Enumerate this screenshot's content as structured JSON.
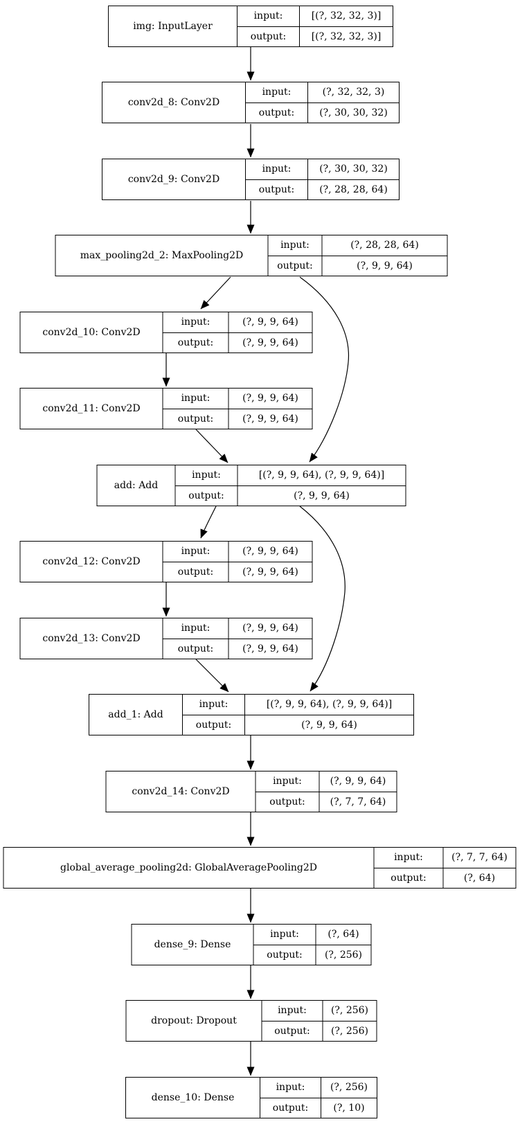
{
  "diagram": {
    "kind": "keras-model-plot",
    "colors": {
      "stroke": "#000000",
      "background": "#ffffff",
      "text": "#000000"
    },
    "io_labels": {
      "input": "input:",
      "output": "output:"
    },
    "nodes": [
      {
        "id": "img",
        "title": "img: InputLayer",
        "input": "[(?, 32, 32, 3)]",
        "output": "[(?, 32, 32, 3)]"
      },
      {
        "id": "conv2d_8",
        "title": "conv2d_8: Conv2D",
        "input": "(?, 32, 32, 3)",
        "output": "(?, 30, 30, 32)"
      },
      {
        "id": "conv2d_9",
        "title": "conv2d_9: Conv2D",
        "input": "(?, 30, 30, 32)",
        "output": "(?, 28, 28, 64)"
      },
      {
        "id": "max_pooling2d_2",
        "title": "max_pooling2d_2: MaxPooling2D",
        "input": "(?, 28, 28, 64)",
        "output": "(?, 9, 9, 64)"
      },
      {
        "id": "conv2d_10",
        "title": "conv2d_10: Conv2D",
        "input": "(?, 9, 9, 64)",
        "output": "(?, 9, 9, 64)"
      },
      {
        "id": "conv2d_11",
        "title": "conv2d_11: Conv2D",
        "input": "(?, 9, 9, 64)",
        "output": "(?, 9, 9, 64)"
      },
      {
        "id": "add",
        "title": "add: Add",
        "input": "[(?, 9, 9, 64), (?, 9, 9, 64)]",
        "output": "(?, 9, 9, 64)"
      },
      {
        "id": "conv2d_12",
        "title": "conv2d_12: Conv2D",
        "input": "(?, 9, 9, 64)",
        "output": "(?, 9, 9, 64)"
      },
      {
        "id": "conv2d_13",
        "title": "conv2d_13: Conv2D",
        "input": "(?, 9, 9, 64)",
        "output": "(?, 9, 9, 64)"
      },
      {
        "id": "add_1",
        "title": "add_1: Add",
        "input": "[(?, 9, 9, 64), (?, 9, 9, 64)]",
        "output": "(?, 9, 9, 64)"
      },
      {
        "id": "conv2d_14",
        "title": "conv2d_14: Conv2D",
        "input": "(?, 9, 9, 64)",
        "output": "(?, 7, 7, 64)"
      },
      {
        "id": "global_average_pooling2d",
        "title": "global_average_pooling2d: GlobalAveragePooling2D",
        "input": "(?, 7, 7, 64)",
        "output": "(?, 64)"
      },
      {
        "id": "dense_9",
        "title": "dense_9: Dense",
        "input": "(?, 64)",
        "output": "(?, 256)"
      },
      {
        "id": "dropout",
        "title": "dropout: Dropout",
        "input": "(?, 256)",
        "output": "(?, 256)"
      },
      {
        "id": "dense_10",
        "title": "dense_10: Dense",
        "input": "(?, 256)",
        "output": "(?, 10)"
      }
    ],
    "edges": [
      {
        "from": "img",
        "to": "conv2d_8"
      },
      {
        "from": "conv2d_8",
        "to": "conv2d_9"
      },
      {
        "from": "conv2d_9",
        "to": "max_pooling2d_2"
      },
      {
        "from": "max_pooling2d_2",
        "to": "conv2d_10"
      },
      {
        "from": "max_pooling2d_2",
        "to": "add"
      },
      {
        "from": "conv2d_10",
        "to": "conv2d_11"
      },
      {
        "from": "conv2d_11",
        "to": "add"
      },
      {
        "from": "add",
        "to": "conv2d_12"
      },
      {
        "from": "add",
        "to": "add_1"
      },
      {
        "from": "conv2d_12",
        "to": "conv2d_13"
      },
      {
        "from": "conv2d_13",
        "to": "add_1"
      },
      {
        "from": "add_1",
        "to": "conv2d_14"
      },
      {
        "from": "conv2d_14",
        "to": "global_average_pooling2d"
      },
      {
        "from": "global_average_pooling2d",
        "to": "dense_9"
      },
      {
        "from": "dense_9",
        "to": "dropout"
      },
      {
        "from": "dropout",
        "to": "dense_10"
      }
    ]
  }
}
